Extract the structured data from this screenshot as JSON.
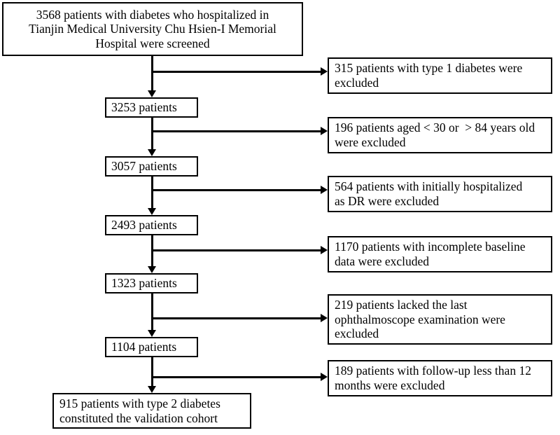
{
  "figure": {
    "type": "flowchart",
    "subtype": "patient-selection-flow-diagram",
    "orientation": "vertical-with-right-exclusions"
  },
  "flow": {
    "screened": {
      "lines": [
        "3568 patients with diabetes who hospitalized in",
        "Tianjin Medical University Chu Hsien-I Memorial",
        "Hospital were screened"
      ]
    },
    "steps": [
      {
        "label": "3253 patients",
        "count": 3253
      },
      {
        "label": "3057 patients",
        "count": 3057
      },
      {
        "label": "2493 patients",
        "count": 2493
      },
      {
        "label": "1323 patients",
        "count": 1323
      },
      {
        "label": "1104 patients",
        "count": 1104
      }
    ],
    "final": {
      "lines": [
        "915 patients with type 2 diabetes",
        "constituted the validation cohort"
      ],
      "count": 915
    },
    "exclusions": [
      {
        "count": 315,
        "lines": [
          "315 patients with type 1 diabetes were",
          "excluded"
        ]
      },
      {
        "count": 196,
        "lines": [
          "196 patients aged < 30 or  > 84 years old",
          "were excluded"
        ]
      },
      {
        "count": 564,
        "lines": [
          "564 patients with initially hospitalized",
          "as DR were excluded"
        ]
      },
      {
        "count": 1170,
        "lines": [
          "1170 patients with incomplete baseline",
          "data were excluded"
        ]
      },
      {
        "count": 219,
        "lines": [
          "219 patients lacked the last",
          "ophthalmoscope examination were",
          "excluded"
        ]
      },
      {
        "count": 189,
        "lines": [
          "189 patients with follow-up less than 12",
          "months were excluded"
        ]
      }
    ]
  },
  "style": {
    "line_color": "#000000",
    "box_fill": "#ffffff",
    "text_color": "#000000",
    "background": "#ffffff"
  }
}
